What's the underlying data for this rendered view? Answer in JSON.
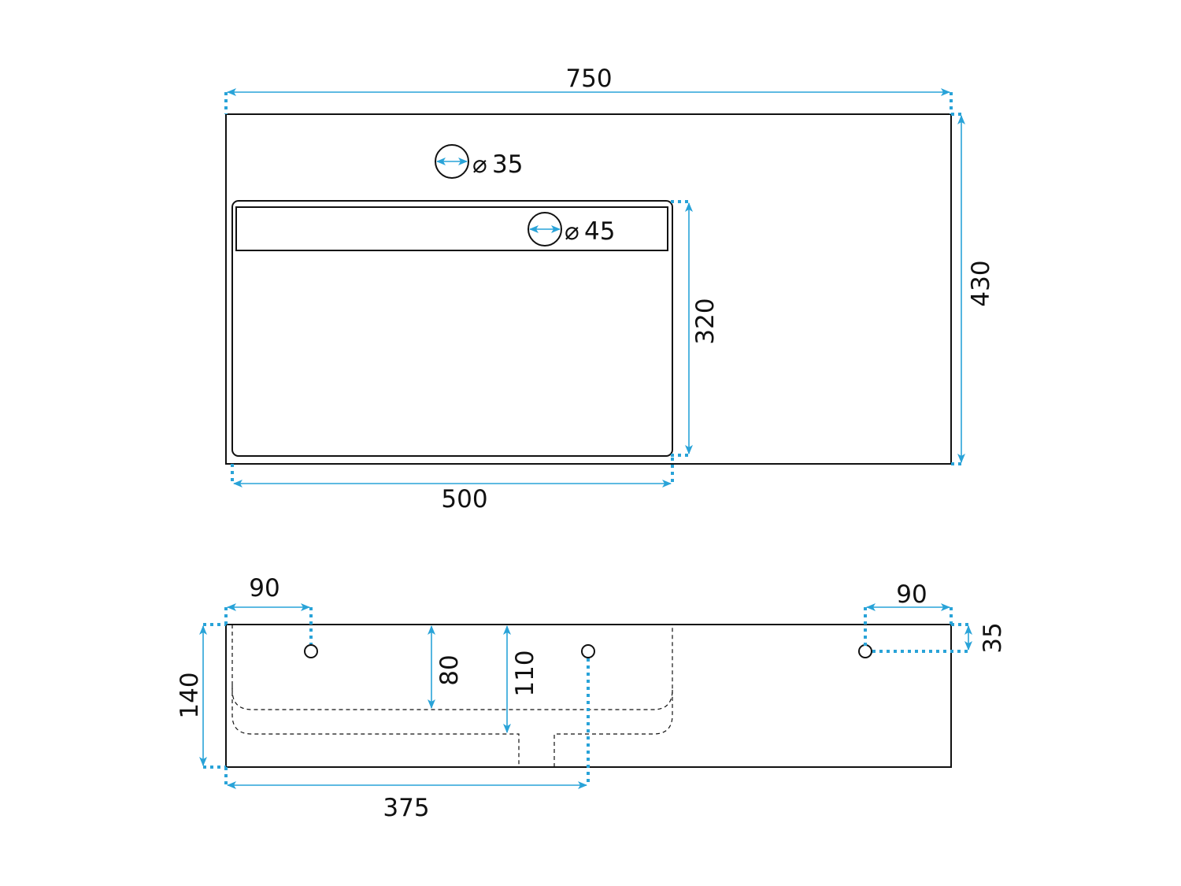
{
  "accent_color": "#29a3d8",
  "top_view": {
    "overall_width": "750",
    "overall_depth": "430",
    "basin_width": "500",
    "basin_depth": "320",
    "tap_hole": {
      "symbol": "⌀",
      "diameter": "35"
    },
    "drain_hole": {
      "symbol": "⌀",
      "diameter": "45"
    }
  },
  "front_view": {
    "height": "140",
    "left_hole_offset": "90",
    "right_hole_offset": "90",
    "hole_from_top": "35",
    "basin_depth_inner": "80",
    "basin_depth_total": "110",
    "drain_offset": "375"
  }
}
